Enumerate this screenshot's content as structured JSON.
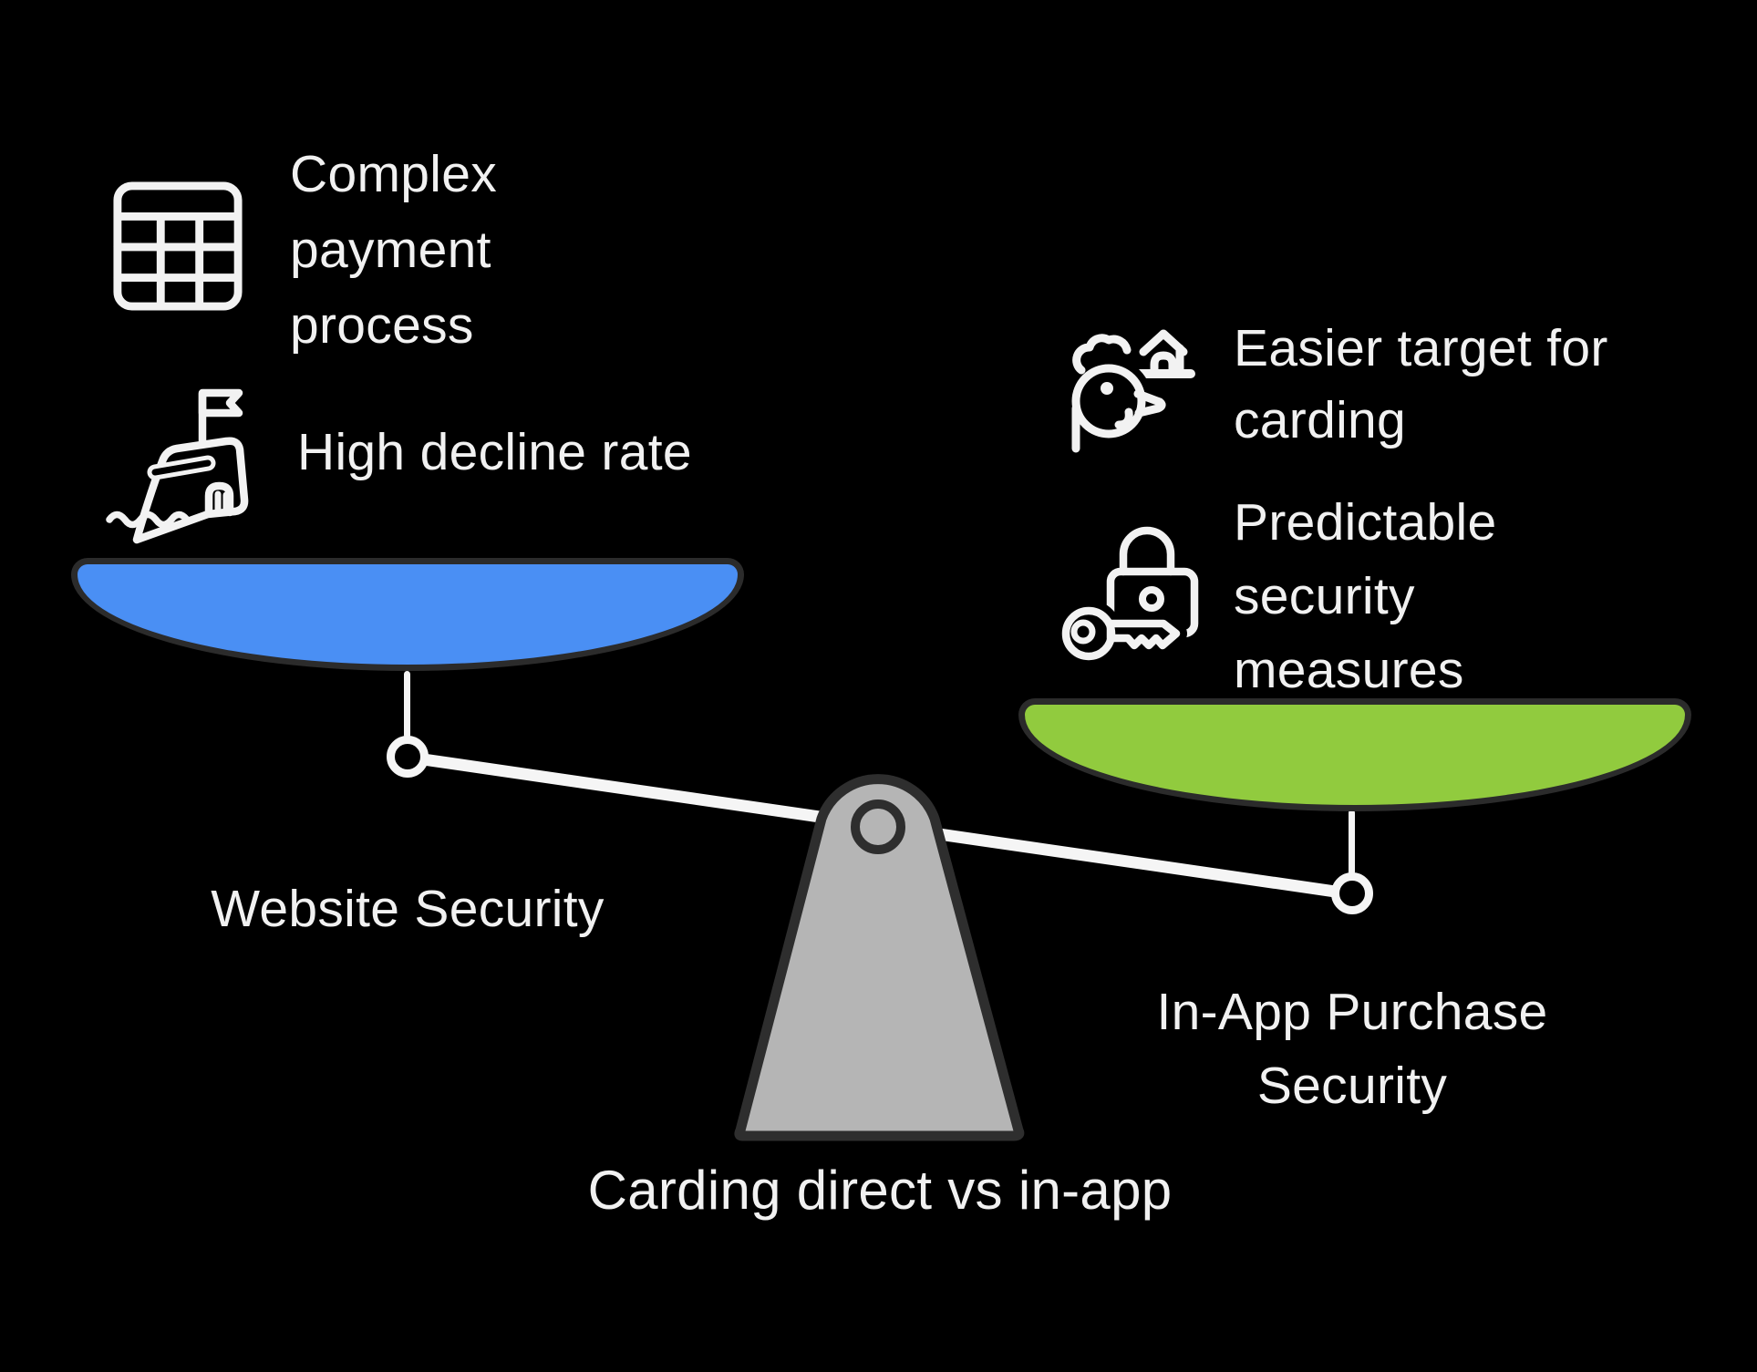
{
  "title": "Carding direct vs in-app",
  "colors": {
    "background": "#000000",
    "left_pan": "#4A8FF4",
    "right_pan": "#91CB3E",
    "fulcrum": "#B5B5B5",
    "outline": "#2B2B2B",
    "text": "#F1F1F1",
    "beam": "#F5F5F5"
  },
  "left": {
    "pan_label": "Website Security",
    "pan_color": "#4A8FF4",
    "items": [
      {
        "icon": "table-icon",
        "label": "Complex payment process"
      },
      {
        "icon": "sinking-ship-icon",
        "label": "High decline rate"
      }
    ]
  },
  "right": {
    "pan_label": "In-App Purchase Security",
    "pan_color": "#91CB3E",
    "items": [
      {
        "icon": "rooster-coop-icon",
        "label": "Easier target for carding"
      },
      {
        "icon": "lock-and-key-icon",
        "label": "Predictable security measures"
      }
    ]
  }
}
